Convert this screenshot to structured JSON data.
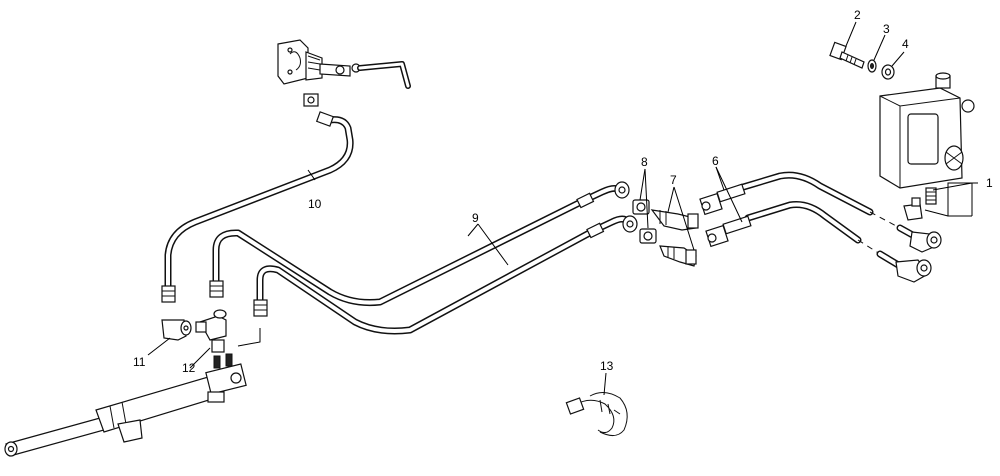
{
  "callouts": {
    "c1": "1",
    "c2": "2",
    "c3": "3",
    "c4": "4",
    "c5": "6",
    "c6": "7",
    "c7": "8",
    "c8": "9",
    "c9": "10",
    "c10": "11",
    "c11": "12",
    "c12": "13"
  }
}
